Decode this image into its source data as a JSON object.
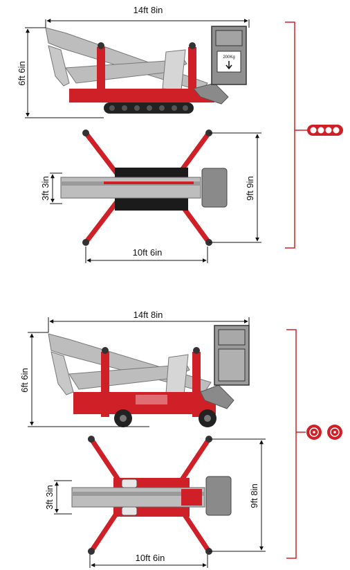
{
  "colors": {
    "frame_red": "#d02027",
    "boom_gray": "#b8b8b8",
    "basket_gray": "#8a8a8a",
    "dark": "#222222",
    "line": "#111111"
  },
  "icons": {
    "tracked": "crawler-track-icon",
    "wheeled": "wheel-icon"
  },
  "tracked": {
    "side_view": {
      "length_label": "14ft 8in",
      "height_label": "6ft 6in",
      "basket_load_label": "200Kg"
    },
    "top_view": {
      "width_label": "3ft 3in",
      "outrigger_width_label": "9ft 9in",
      "outrigger_length_label": "10ft 6in"
    }
  },
  "wheeled": {
    "side_view": {
      "length_label": "14ft 8in",
      "height_label": "6ft 6in"
    },
    "top_view": {
      "width_label": "3ft 3in",
      "outrigger_width_label": "9ft 8in",
      "outrigger_length_label": "10ft 6in"
    }
  }
}
